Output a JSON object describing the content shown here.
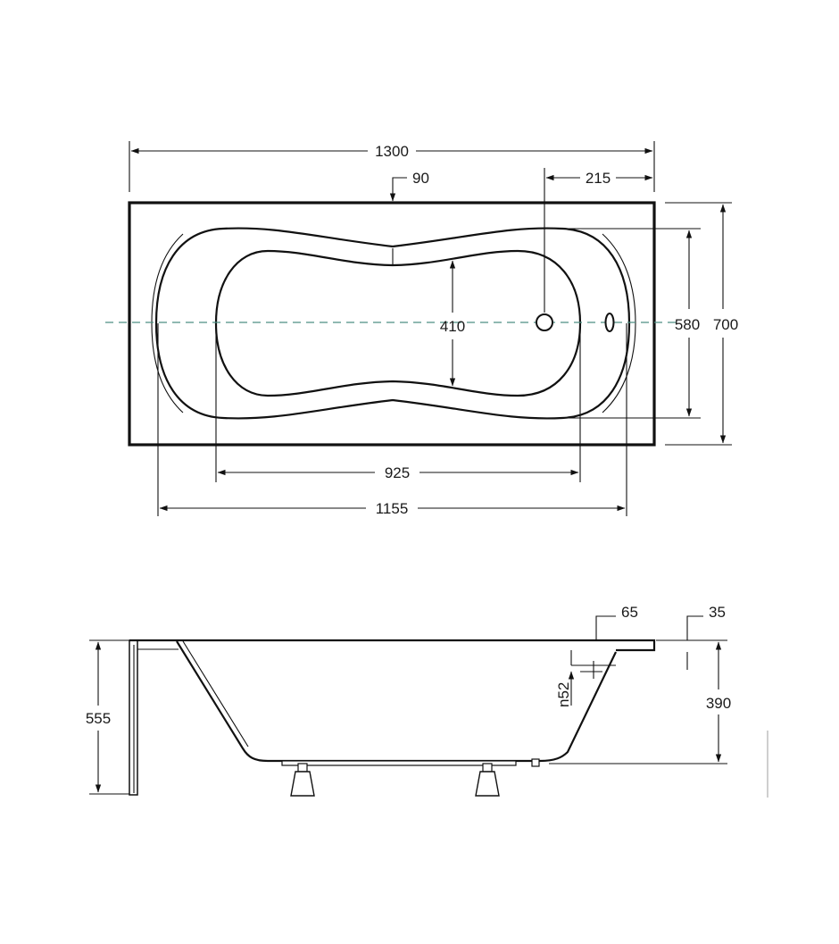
{
  "diagram": {
    "top_view": {
      "overall_length": "1300",
      "rim_width": "90",
      "drain_offset": "215",
      "overall_width": "700",
      "inner_width": "580",
      "bottom_width": "410",
      "bottom_length": "925",
      "inner_length": "1155"
    },
    "side_view": {
      "rim_step": "65",
      "rim_thickness": "35",
      "overflow_label": "n52",
      "depth": "390",
      "total_height": "555"
    }
  }
}
